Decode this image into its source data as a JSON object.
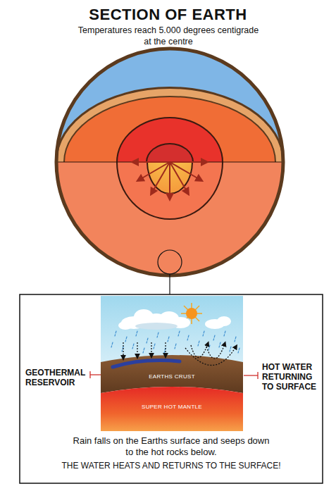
{
  "diagram": {
    "title": "SECTION OF EARTH",
    "caption": "Rain falls on the Earths surface and seeps down to the hot rocks below.",
    "nodes": [
      {
        "text": [
          "EARTHS CRUST"
        ]
      },
      {
        "text": [
          "SUPER HOT MANTLE"
        ]
      }
    ],
    "labels": [
      "Temperatures reach 5.000 degrees centigrade at the centre",
      "GEOTHERMAL RESERVOIR",
      "HOT WATER RETURNING TO SURFACE",
      "THE WATER HEATS AND RETURNS TO THE SURFACE!"
    ]
  }
}
